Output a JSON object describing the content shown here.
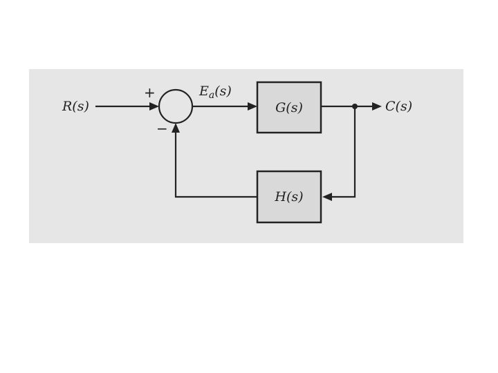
{
  "diagram": {
    "input_label": "R(s)",
    "error_label": "Ea(s)",
    "output_label": "C(s)",
    "plus_sign": "+",
    "minus_sign": "−",
    "forward_block": {
      "label": "G(s)"
    },
    "feedback_block": {
      "label": "H(s)"
    },
    "colors": {
      "ink": "#222222",
      "scan_background": "#e6e6e6",
      "block_fill": "#d9d9d9"
    }
  }
}
